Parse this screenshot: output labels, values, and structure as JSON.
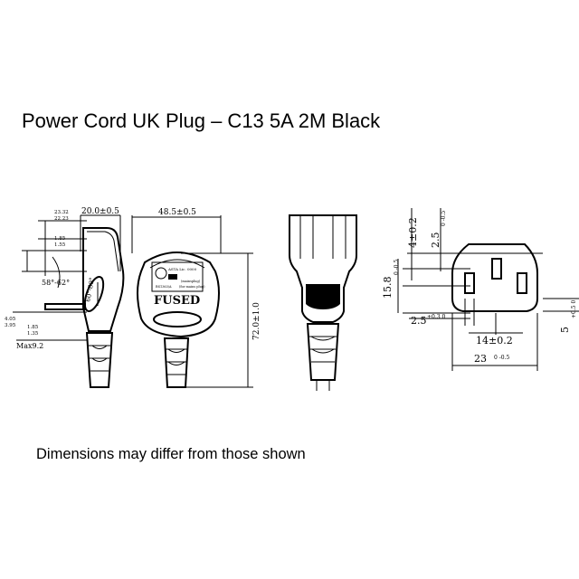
{
  "title": "Power Cord UK Plug – C13 5A 2M Black",
  "note": "Dimensions may differ from those shown",
  "side_view": {
    "top_width": "20.0±0.5",
    "dim_a_top": "23.32",
    "dim_a_bottom": "22.23",
    "dim_b_top": "1.85",
    "dim_b_bottom": "1.55",
    "angle": "58°-62°",
    "dim_c_top": "4.05",
    "dim_c_bottom": "3.95",
    "dim_d_top": "1.85",
    "dim_d_bottom": "1.35",
    "max": "Max9.2",
    "rot_label": "60°-80°"
  },
  "front_view": {
    "width": "48.5±0.5",
    "height": "72.0±1.0",
    "plug_text": "FUSED",
    "cert_line1": "ASTA Lic. 0000",
    "cert_line2": "BS1363/A",
    "cert_line3": "(mainsplug)",
    "cert_line4": "(for mains plug)"
  },
  "c13_view": {
    "dim_top1": "4±0.2",
    "dim_top2": "2.5",
    "dim_top2_tol": "0 -0.5",
    "dim_left": "15.8",
    "dim_left_tol": "0 -0.5",
    "dim_right": "5",
    "dim_right_tol": "+0.5 0",
    "dim_pin": "2.5",
    "dim_pin_tol": "+0.3 0",
    "dim_mid": "14±0.2",
    "dim_bottom": "23",
    "dim_bottom_tol": "0 -0.5"
  }
}
